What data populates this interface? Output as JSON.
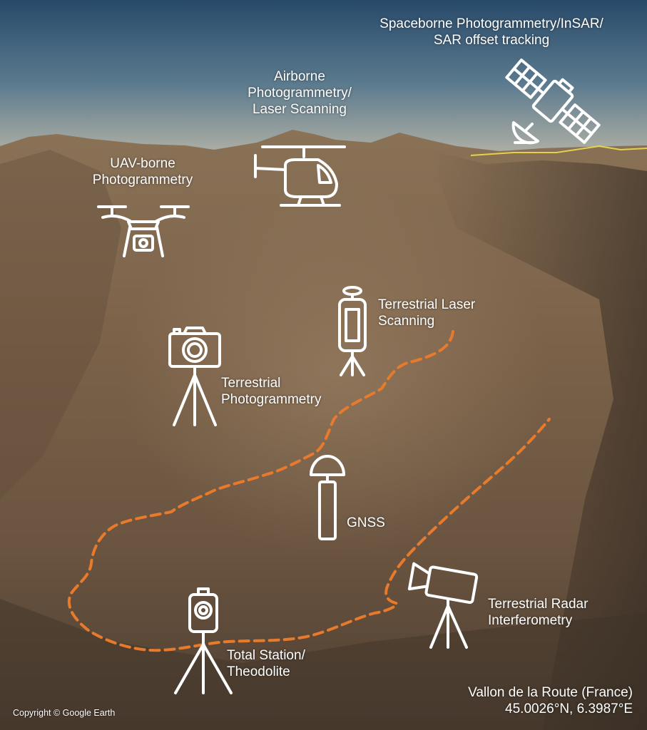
{
  "labels": {
    "spaceborne_1": "Spaceborne Photogrammetry/InSAR/",
    "spaceborne_2": "SAR offset tracking",
    "airborne_1": "Airborne",
    "airborne_2": "Photogrammetry/",
    "airborne_3": "Laser Scanning",
    "uav_1": "UAV-borne",
    "uav_2": "Photogrammetry",
    "tls_1": "Terrestrial Laser",
    "tls_2": "Scanning",
    "terr_photo_1": "Terrestrial",
    "terr_photo_2": "Photogrammetry",
    "gnss": "GNSS",
    "radar_1": "Terrestrial Radar",
    "radar_2": "Interferometry",
    "total_station_1": "Total Station/",
    "total_station_2": "Theodolite"
  },
  "location": {
    "name": "Vallon de la Route (France)",
    "coords": "45.0026°N, 6.3987°E"
  },
  "copyright": "Copyright © Google Earth",
  "icons": [
    "satellite-icon",
    "helicopter-icon",
    "drone-icon",
    "laser-scanner-icon",
    "camera-tripod-icon",
    "gnss-antenna-icon",
    "radar-tripod-icon",
    "total-station-icon"
  ],
  "colors": {
    "sky_top": "#2c4e6e",
    "sky_horizon": "#d7d0bf",
    "terrain": "#7a6148",
    "outline": "#e87a2c",
    "icons": "#ffffff"
  }
}
